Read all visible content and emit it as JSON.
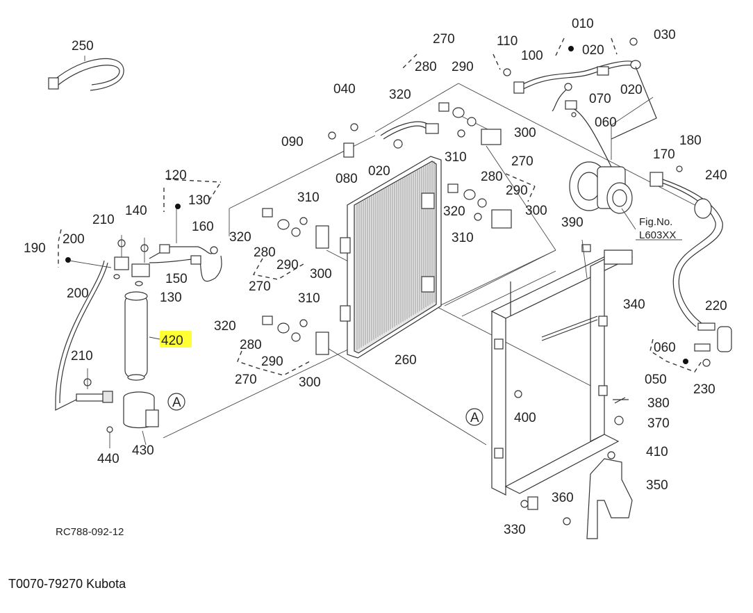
{
  "labels": {
    "p250": "250",
    "p270a": "270",
    "p010": "010",
    "p110": "110",
    "p100": "100",
    "p030": "030",
    "p280a": "280",
    "p290a": "290",
    "p020a": "020",
    "p020b": "020",
    "p040": "040",
    "p320a": "320",
    "p070": "070",
    "p060a": "060",
    "p090": "090",
    "p300a": "300",
    "p020c": "020",
    "p310a": "310",
    "p170": "170",
    "p180": "180",
    "p080": "080",
    "p270b": "270",
    "p120": "120",
    "p280b": "280",
    "p240": "240",
    "p290b": "290",
    "p130a": "130",
    "p310b": "310",
    "p320b": "320",
    "p300b": "300",
    "p210a": "210",
    "p140": "140",
    "p160": "160",
    "p390": "390",
    "p310c": "310",
    "p200a": "200",
    "p320c": "320",
    "p190": "190",
    "p280c": "280",
    "p290c": "290",
    "p300c": "300",
    "p150": "150",
    "p270c": "270",
    "p340": "340",
    "p200b": "200",
    "p130b": "130",
    "p310d": "310",
    "p220": "220",
    "p320d": "320",
    "p420": "420",
    "p280d": "280",
    "p060b": "060",
    "p260": "260",
    "p290d": "290",
    "p210b": "210",
    "p050": "050",
    "p270d": "270",
    "p300d": "300",
    "p230": "230",
    "p380": "380",
    "p400": "400",
    "p370": "370",
    "p440": "440",
    "p430": "430",
    "p410": "410",
    "p350": "350",
    "p360": "360",
    "p330": "330",
    "ref_a1": "A",
    "ref_a2": "A",
    "fig_no": "Fig.No.",
    "fig_code": "L603XX",
    "drawing_code": "RC788-092-12"
  },
  "highlight": {
    "part": "420",
    "color": "#ffff33"
  },
  "caption": "T0070-79270 Kubota"
}
